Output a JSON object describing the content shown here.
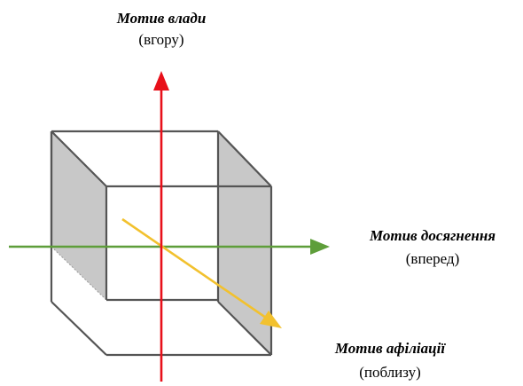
{
  "labels": {
    "vertical": {
      "title": "Мотив влади",
      "subtitle": "(вгору)"
    },
    "horizontal": {
      "title": "Мотив досягнення",
      "subtitle": "(вперед)"
    },
    "diagonal": {
      "title": "Мотив афіліації",
      "subtitle": "(поблизу)"
    }
  },
  "colors": {
    "vertical_axis": "#e8101a",
    "horizontal_axis": "#5e9e3a",
    "diagonal_axis": "#f2c12e",
    "cube_edge": "#555555",
    "cube_side_fill": "#c8c8c8",
    "cube_hidden_edge": "#9a9a9a"
  }
}
